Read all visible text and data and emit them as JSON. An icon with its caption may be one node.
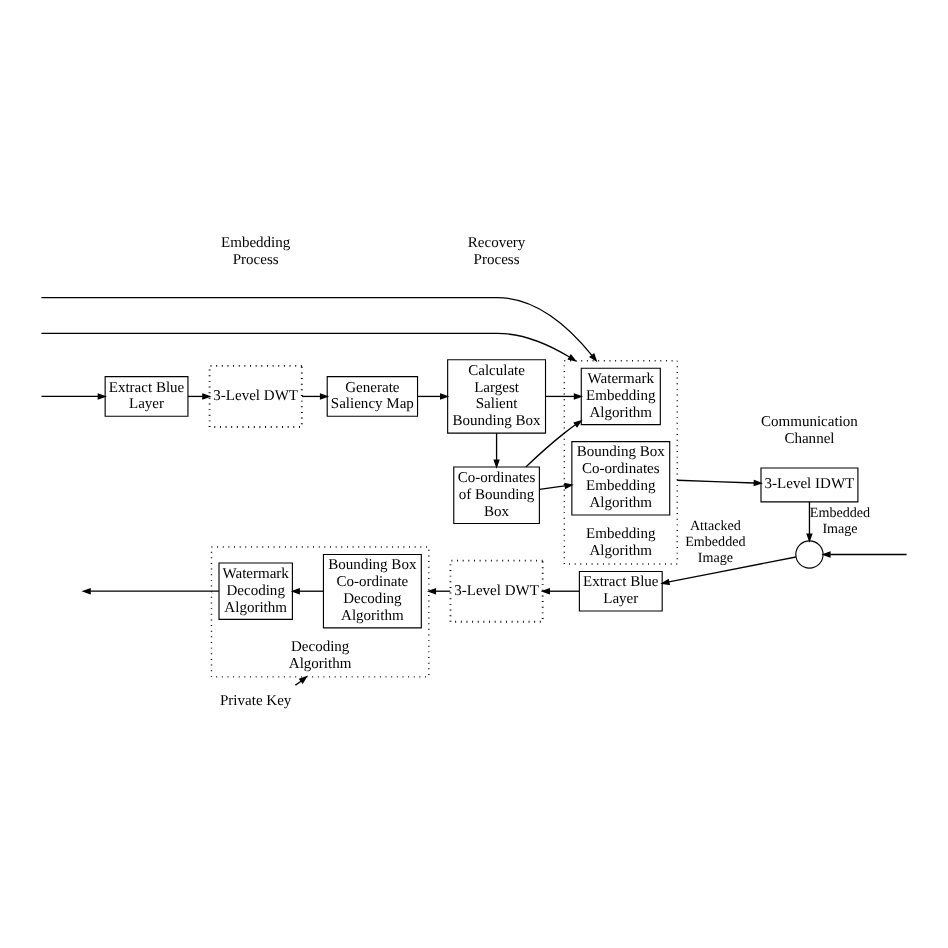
{
  "diagram": {
    "nodes": [
      {
        "text": [
          "Extract Blue Layer"
        ]
      },
      {
        "text": [
          "3-Level DWT"
        ]
      },
      {
        "text": [
          "Generate Saliency Map"
        ]
      },
      {
        "text": [
          "Calculate Largest Salient Bounding Box"
        ]
      },
      {
        "text": [
          "Co-ordinates of Bounding Box"
        ]
      },
      {
        "text": [
          "Embedding Algorithm"
        ]
      },
      {
        "text": [
          "Watermark Embedding Algorithm"
        ],
        "in": 5
      },
      {
        "text": [
          "Bounding Box Co-ordinates Embedding Algorithm"
        ],
        "in": 5
      },
      {
        "text": [
          "3-Level IDWT"
        ]
      },
      {
        "text": [],
        "shape": "circle"
      },
      {
        "text": [
          "Extract Blue Layer"
        ]
      },
      {
        "text": [
          "3-Level DWT"
        ]
      },
      {
        "text": [
          "Decoding Algorithm"
        ]
      },
      {
        "text": [
          "Bounding Box Co-ordinate Decoding Algorithm"
        ],
        "in": 12
      },
      {
        "text": [
          "Watermark Decoding Algorithm"
        ],
        "in": 12
      },
      {
        "text": [
          "Private Key"
        ]
      }
    ],
    "edges": [
      {
        "from": null,
        "to": 0,
        "arrow": "to"
      },
      {
        "from": 0,
        "to": 1,
        "arrow": "to"
      },
      {
        "from": 1,
        "to": 2,
        "arrow": "to"
      },
      {
        "from": 2,
        "to": 3,
        "arrow": "to"
      },
      {
        "from": 3,
        "to": 6,
        "arrow": "to"
      },
      {
        "from": 3,
        "to": 4,
        "arrow": "to"
      },
      {
        "from": 4,
        "to": 6,
        "arrow": "to"
      },
      {
        "from": 4,
        "to": 7,
        "arrow": "to"
      },
      {
        "from": null,
        "to": 5,
        "arrow": "to"
      },
      {
        "from": null,
        "to": 5,
        "arrow": "to"
      },
      {
        "from": 5,
        "to": 8,
        "arrow": "to"
      },
      {
        "from": 8,
        "to": 9,
        "label": "Embedded Image",
        "arrow": "to"
      },
      {
        "from": null,
        "to": 9,
        "arrow": "to"
      },
      {
        "from": 9,
        "to": 10,
        "label": "Attacked Embedded Image",
        "arrow": "to"
      },
      {
        "from": 10,
        "to": 11,
        "arrow": "to"
      },
      {
        "from": 11,
        "to": 12,
        "arrow": "to"
      },
      {
        "from": 13,
        "to": 14,
        "arrow": "to"
      },
      {
        "from": 14,
        "to": null,
        "arrow": "to"
      },
      {
        "from": 15,
        "to": 12,
        "arrow": "to"
      }
    ],
    "labels": [
      "Embedding Process",
      "Communication Channel",
      "Recovery Process"
    ]
  }
}
